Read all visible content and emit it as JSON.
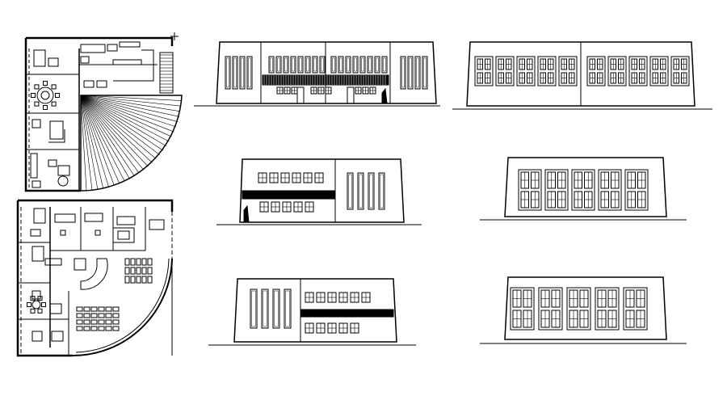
{
  "drawing": {
    "background": "#ffffff",
    "line_color": "#000000",
    "floor_plans": [
      {
        "name": "upper-floor-plan",
        "label": ""
      },
      {
        "name": "lower-floor-plan",
        "label": ""
      }
    ],
    "elevations": [
      {
        "name": "front-elevation",
        "label": ""
      },
      {
        "name": "rear-elevation",
        "label": ""
      },
      {
        "name": "side-elevation-left-1",
        "label": ""
      },
      {
        "name": "side-elevation-right-1",
        "label": ""
      },
      {
        "name": "side-elevation-left-2",
        "label": ""
      },
      {
        "name": "side-elevation-right-2",
        "label": ""
      }
    ]
  }
}
